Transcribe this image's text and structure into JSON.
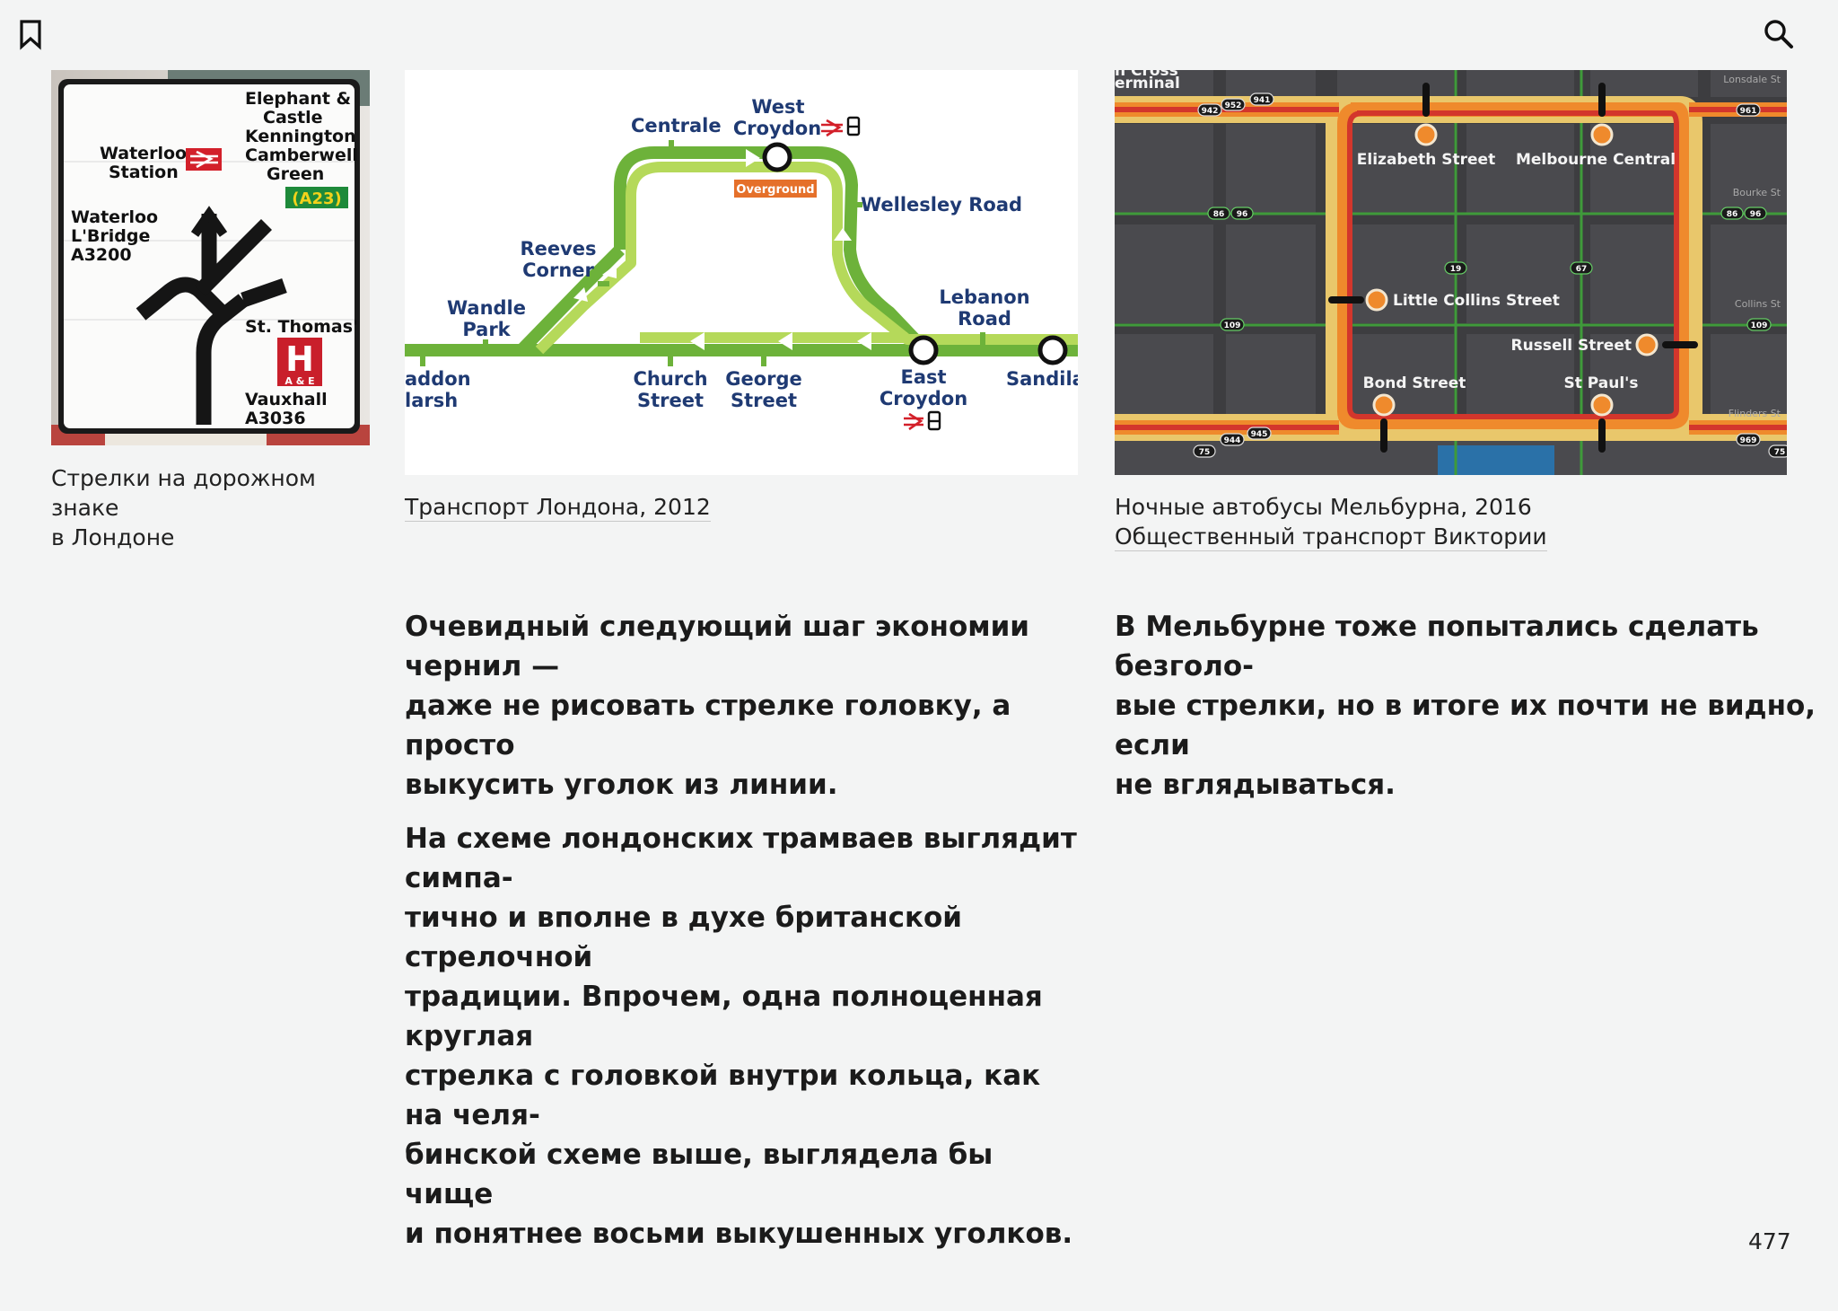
{
  "toolbar": {
    "bookmark_icon": "bookmark-icon",
    "search_icon": "search-icon"
  },
  "figures": {
    "sign": {
      "caption_lines": [
        "Стрелки на дорожном знаке",
        "в Лондоне"
      ],
      "labels": {
        "elephant": [
          "Elephant &",
          "Castle",
          "Kennington",
          "Camberwell",
          "Green"
        ],
        "a23": "(A23)",
        "waterloo_station": [
          "Waterloo",
          "Station"
        ],
        "waterloo_bridge": [
          "Waterloo",
          "L'Bridge",
          "A3200"
        ],
        "st_thomas": "St. Thomas'",
        "hospital_h": "H",
        "hospital_ae": "A & E",
        "vauxhall": [
          "Vauxhall",
          "A3036"
        ]
      }
    },
    "london": {
      "caption": "Транспорт Лондона, 2012",
      "stations": {
        "centrale": "Centrale",
        "west_croydon": [
          "West",
          "Croydon"
        ],
        "overground": "Overground",
        "wellesley": "Wellesley Road",
        "reeves": [
          "Reeves",
          "Corner"
        ],
        "wandle": [
          "Wandle",
          "Park"
        ],
        "lebanon": [
          "Lebanon",
          "Road"
        ],
        "waddon": [
          "addon",
          "larsh"
        ],
        "church": [
          "Church",
          "Street"
        ],
        "george": [
          "George",
          "Street"
        ],
        "east_croydon": [
          "East",
          "Croydon"
        ],
        "sandilands": "Sandilar"
      }
    },
    "melbourne": {
      "caption_line1": "Ночные автобусы Мельбурна, 2016",
      "caption_line2": "Общественный транспорт Виктории",
      "stops": {
        "terminal": [
          "n Cross",
          "erminal"
        ],
        "elizabeth": "Elizabeth Street",
        "melbourne_central": "Melbourne Central",
        "little_collins": "Little Collins Street",
        "russell": "Russell Street",
        "bond": "Bond Street",
        "st_pauls": "St Paul's"
      },
      "streets": {
        "lonsdale": "Lonsdale St",
        "bourke": "Bourke St",
        "collins": "Collins St",
        "flinders": "Flinders St"
      },
      "routes": {
        "r942": "942",
        "r952": "952",
        "r941": "941",
        "r961": "961",
        "r86a": "86",
        "r96a": "96",
        "r86b": "86",
        "r96b": "96",
        "r19": "19",
        "r67": "67",
        "r109a": "109",
        "r109b": "109",
        "r944": "944",
        "r945": "945",
        "r75a": "75",
        "r969": "969",
        "r75b": "75"
      }
    }
  },
  "body": {
    "left_paragraph_1": [
      "Очевидный следующий шаг экономии чернил —",
      "даже не рисовать стрелке головку, а просто",
      "выкусить уголок из линии."
    ],
    "left_paragraph_2": [
      "На схеме лондонских трамваев выглядит симпа-",
      "тично и вполне в духе британской стрелочной",
      "традиции. Впрочем, одна полноценная круглая",
      "стрелка с головкой внутри кольца, как на челя-",
      "бинской схеме выше, выглядела бы чище",
      "и понятнее восьми выкушенных уголков."
    ],
    "right_paragraph": [
      "В Мельбурне тоже попытались сделать безголо-",
      "вые стрелки, но в итоге их почти не видно, если",
      "не вглядываться."
    ]
  },
  "page_number": "477"
}
